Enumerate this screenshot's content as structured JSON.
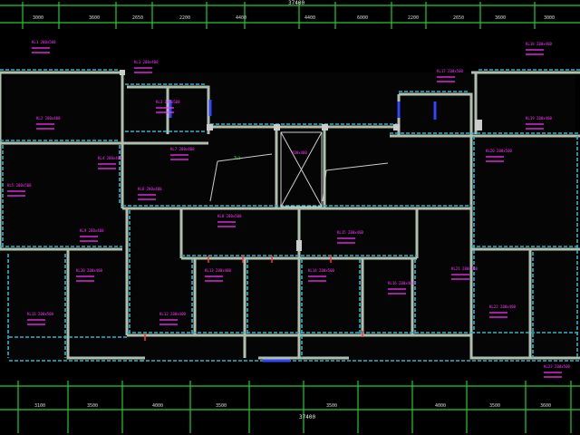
{
  "drawing": {
    "top_total": "37400",
    "bottom_total": "37400",
    "top_dims": [
      "3000",
      "3600",
      "2650",
      "2200",
      "4400",
      "4400",
      "6000",
      "2200",
      "2650",
      "3600",
      "3000"
    ],
    "bottom_dims": [
      "3100",
      "3500",
      "4000",
      "3500",
      "3500",
      "4000",
      "3500",
      "3600"
    ],
    "colors": {
      "background": "#000000",
      "grid_line": "#22cc33",
      "wall": "#aebfae",
      "beam": "#2fb4c8",
      "annotation": "#ff33ff",
      "dimension_text": "#d8d8d8",
      "column": "#cccccc",
      "opening_blue": "#3344ff",
      "opening_red": "#ff3333"
    },
    "beam_labels": [
      "KL1 200x500",
      "KL1 200x400",
      "KL2 200x400",
      "KL3 200x500",
      "KL4 200x400",
      "KL5 200x500",
      "KL6 200x400",
      "KL7 200x400",
      "KL8 200x500",
      "KL9 200x400",
      "KL10 200x400",
      "KL11 200x500",
      "KL12 200x400",
      "KL13 200x400",
      "KL14 200x500",
      "KL15 200x400",
      "KL16 200x400",
      "KL17 200x500",
      "KL18 200x400",
      "KL19 200x400",
      "KL20 200x500",
      "KL21 200x400",
      "KL22 200x400",
      "KL23 200x500"
    ],
    "green_label": "TL1",
    "stair_label": "200x400"
  }
}
